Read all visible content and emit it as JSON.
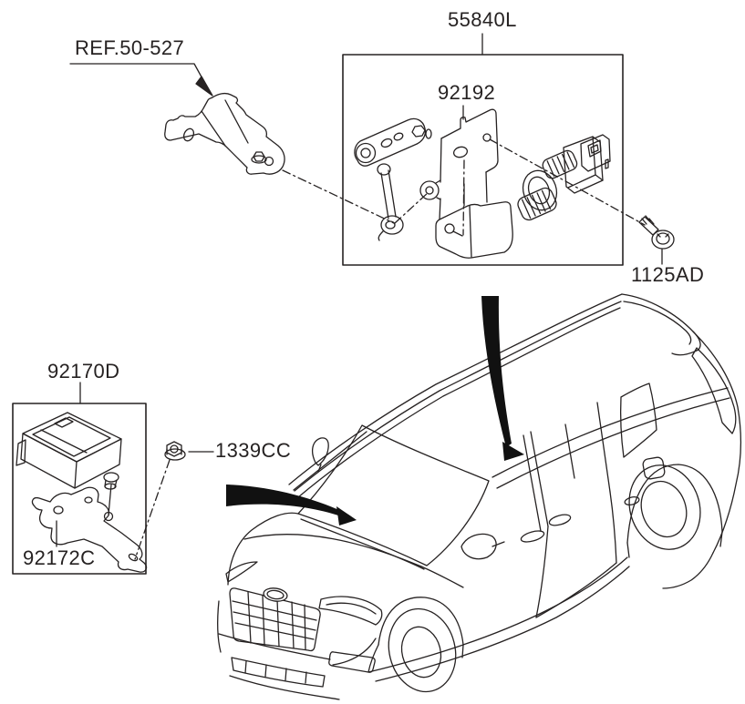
{
  "labels": {
    "ref_bracket": "REF.50-527",
    "assembly": "55840L",
    "sensor_bracket": "92192",
    "bolt": "1125AD",
    "module": "92170D",
    "nut": "1339CC",
    "module_bracket": "92172C"
  },
  "colors": {
    "line": "#262222",
    "background": "#ffffff"
  }
}
